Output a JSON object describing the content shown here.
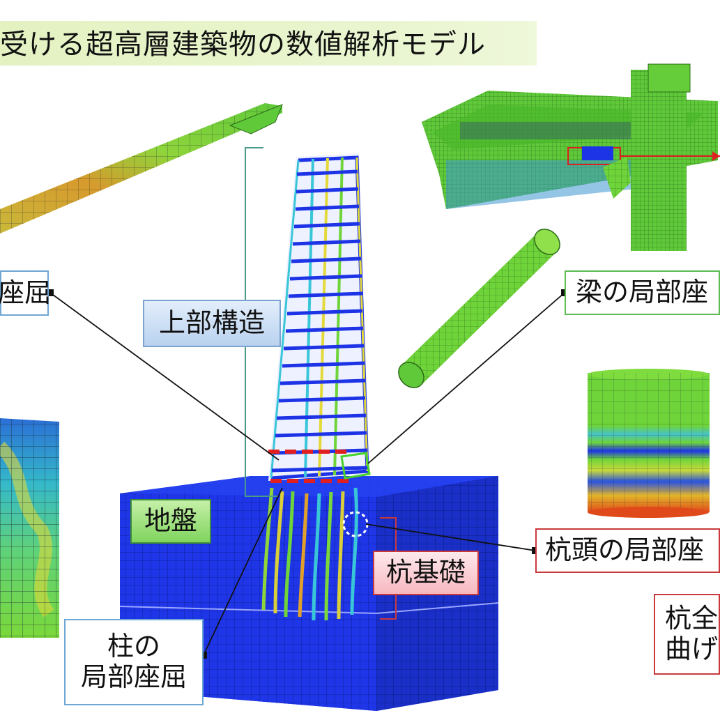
{
  "title": "受ける超高層建築物の数値解析モデル",
  "labels": {
    "za_kutsu": "座屈",
    "upper_structure": "上部構造",
    "ground": "地盤",
    "pile_foundation": "杭基礎",
    "beam_buckling": "梁の局部座",
    "pile_head_buckling": "杭頭の局部座",
    "pile_overall_line1": "杭全",
    "pile_overall_line2": "曲げ",
    "column_line1": "柱の",
    "column_line2": "局部座屈"
  },
  "colors": {
    "mesh_blue": "#1d33e6",
    "mesh_green": "#6fd43a",
    "mesh_yellow": "#e3d93a",
    "mesh_orange": "#e09a2a",
    "mesh_cyan": "#39c6d9",
    "highlight_red": "#e02020",
    "highlight_green": "#47d12a"
  }
}
